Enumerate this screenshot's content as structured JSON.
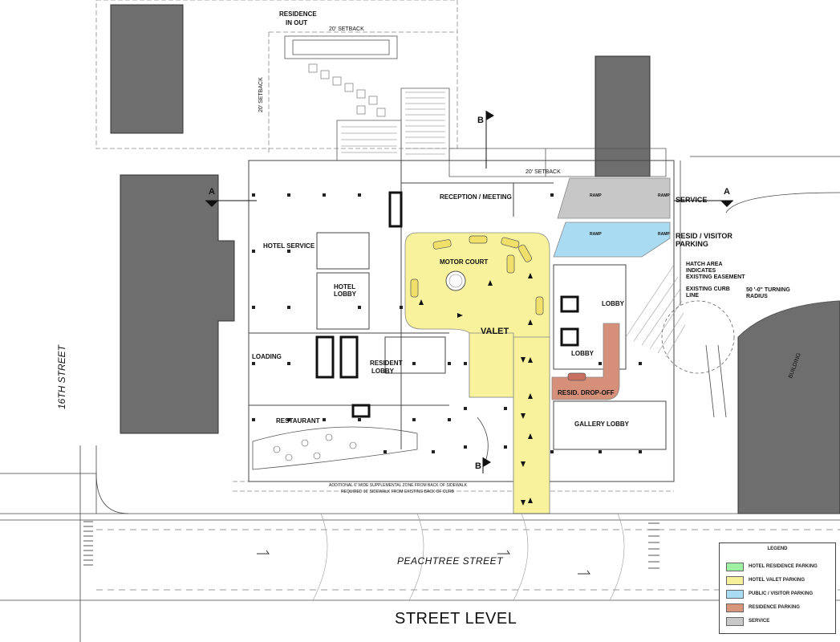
{
  "title": "STREET LEVEL",
  "streets": {
    "peachtree": "PEACHTREE STREET",
    "sixteenth": "16TH STREET"
  },
  "labels": {
    "residence": "RESIDENCE",
    "in_out": "IN  OUT",
    "setback_top": "20' SETBACK",
    "setback_side": "20' SETBACK",
    "setback_mid": "20' SETBACK",
    "reception": "RECEPTION / MEETING",
    "service": "SERVICE",
    "resid_visitor_1": "RESID / VISITOR",
    "resid_visitor_2": "PARKING",
    "hatch_1": "HATCH AREA",
    "hatch_2": "INDICATES",
    "hatch_3": "EXISTING EASEMENT",
    "curb_1": "EXISTING CURB",
    "curb_2": "LINE",
    "turning_1": "50 '-0\" TURNING",
    "turning_2": "RADIUS",
    "hotel_service": "HOTEL SERVICE",
    "hotel_lobby_1": "HOTEL",
    "hotel_lobby_2": "LOBBY",
    "motor_court": "MOTOR COURT",
    "valet": "VALET",
    "lobby_upper": "LOBBY",
    "lobby_lower": "LOBBY",
    "resid_dropoff": "RESID. DROP-OFF",
    "gallery_lobby": "GALLERY LOBBY",
    "loading": "LOADING",
    "resident_lobby_1": "RESIDENT",
    "resident_lobby_2": "LOBBY",
    "restaurant": "RESTAURANT",
    "building": "BUILDING",
    "supplemental_1": "ADDITIONAL 6' WIDE SUPPLEMENTAL ZONE FROM BACK OF SIDEWALK",
    "supplemental_2": "REQUIRED 16' SIDEWALK FROM EXISTING BACK OF CURB",
    "ramp_1": "RAMP",
    "ramp_2": "RAMP",
    "ramp_3": "RAMP",
    "ramp_4": "RAMP"
  },
  "section_markers": {
    "a_left": "A",
    "a_right": "A",
    "b_top": "B",
    "b_bottom": "B"
  },
  "legend": {
    "heading": "LEGEND",
    "items": [
      {
        "label": "HOTEL RESIDENCE PARKING",
        "color": "#9ef0a2"
      },
      {
        "label": "HOTEL VALET PARKING",
        "color": "#f7f09a"
      },
      {
        "label": "PUBLIC / VISITOR PARKING",
        "color": "#a8dcf2"
      },
      {
        "label": "RESIDENCE PARKING",
        "color": "#d9957c"
      },
      {
        "label": "SERVICE",
        "color": "#c8c8c8"
      }
    ]
  },
  "colors": {
    "valet_zone": "#f8f29c",
    "visitor_zone": "#a9dcf3",
    "residence_zone": "#d6907a",
    "service_zone": "#c7c7c7",
    "building_dark": "#6e6e6e"
  }
}
